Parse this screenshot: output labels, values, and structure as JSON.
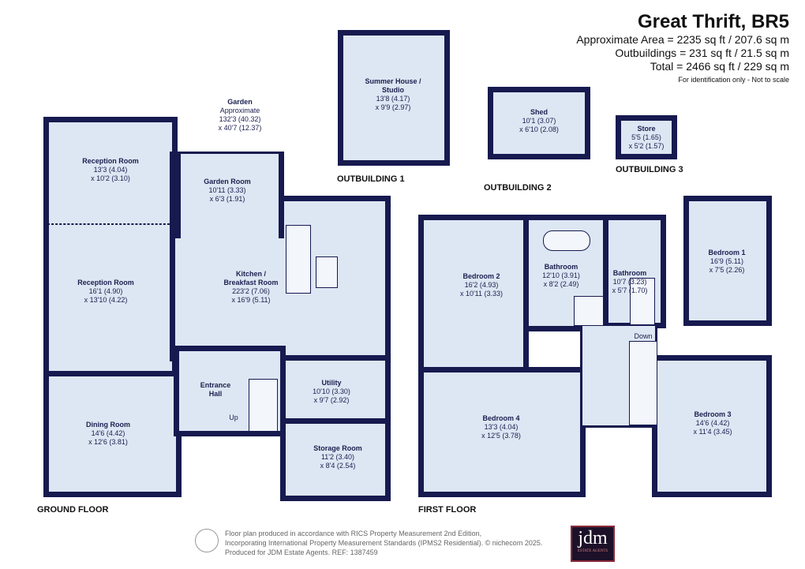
{
  "header": {
    "title": "Great Thrift, BR5",
    "area": "Approximate Area = 2235 sq ft / 207.6 sq m",
    "outbuildings": "Outbuildings = 231 sq ft / 21.5 sq m",
    "total": "Total = 2466 sq ft / 229 sq m",
    "note": "For identification only - Not to scale"
  },
  "colors": {
    "wall": "#161a4f",
    "floor": "#dde6f3"
  },
  "garden": {
    "name": "Garden",
    "l1": "Approximate",
    "l2": "132'3 (40.32)",
    "l3": "x 40'7 (12.37)"
  },
  "floors": {
    "ground": "GROUND FLOOR",
    "first": "FIRST FLOOR",
    "ob1": "OUTBUILDING 1",
    "ob2": "OUTBUILDING 2",
    "ob3": "OUTBUILDING 3"
  },
  "rooms": {
    "reception1": {
      "name": "Reception Room",
      "d1": "13'3 (4.04)",
      "d2": "x 10'2 (3.10)"
    },
    "reception2": {
      "name": "Reception Room",
      "d1": "16'1 (4.90)",
      "d2": "x 13'10 (4.22)"
    },
    "dining": {
      "name": "Dining Room",
      "d1": "14'6 (4.42)",
      "d2": "x 12'6 (3.81)"
    },
    "garden_room": {
      "name": "Garden Room",
      "d1": "10'11 (3.33)",
      "d2": "x 6'3 (1.91)"
    },
    "kitchen": {
      "name": "Kitchen /",
      "name2": "Breakfast Room",
      "d1": "223'2 (7.06)",
      "d2": "x 16'9 (5.11)"
    },
    "hall": {
      "name": "Entrance",
      "name2": "Hall",
      "up": "Up"
    },
    "utility": {
      "name": "Utility",
      "d1": "10'10 (3.30)",
      "d2": "x 9'7 (2.92)"
    },
    "storage": {
      "name": "Storage Room",
      "d1": "11'2 (3.40)",
      "d2": "x 8'4 (2.54)"
    },
    "summer": {
      "name": "Summer House /",
      "name2": "Studio",
      "d1": "13'8 (4.17)",
      "d2": "x 9'9 (2.97)"
    },
    "shed": {
      "name": "Shed",
      "d1": "10'1 (3.07)",
      "d2": "x 6'10 (2.08)"
    },
    "store": {
      "name": "Store",
      "d1": "5'5 (1.65)",
      "d2": "x 5'2 (1.57)"
    },
    "bedroom2": {
      "name": "Bedroom 2",
      "d1": "16'2 (4.93)",
      "d2": "x 10'11 (3.33)"
    },
    "bathroom1": {
      "name": "Bathroom",
      "d1": "12'10 (3.91)",
      "d2": "x 8'2 (2.49)"
    },
    "bathroom2": {
      "name": "Bathroom",
      "d1": "10'7 (3.23)",
      "d2": "x 5'7 (1.70)"
    },
    "bedroom1": {
      "name": "Bedroom 1",
      "d1": "16'9 (5.11)",
      "d2": "x 7'5 (2.26)"
    },
    "bedroom4": {
      "name": "Bedroom 4",
      "d1": "13'3 (4.04)",
      "d2": "x 12'5 (3.78)"
    },
    "bedroom3": {
      "name": "Bedroom 3",
      "d1": "14'6 (4.42)",
      "d2": "x 11'4 (3.45)"
    },
    "stairs": {
      "down": "Down"
    }
  },
  "footer": {
    "line1": "Floor plan produced in accordance with RICS Property Measurement 2nd Edition,",
    "line2": "Incorporating International Property Measurement Standards (IPMS2 Residential).   © nichecom 2025.",
    "line3": "Produced for JDM Estate Agents.   REF:  1387459",
    "logo": "jdm",
    "logo_sub": "ESTATE AGENTS"
  }
}
